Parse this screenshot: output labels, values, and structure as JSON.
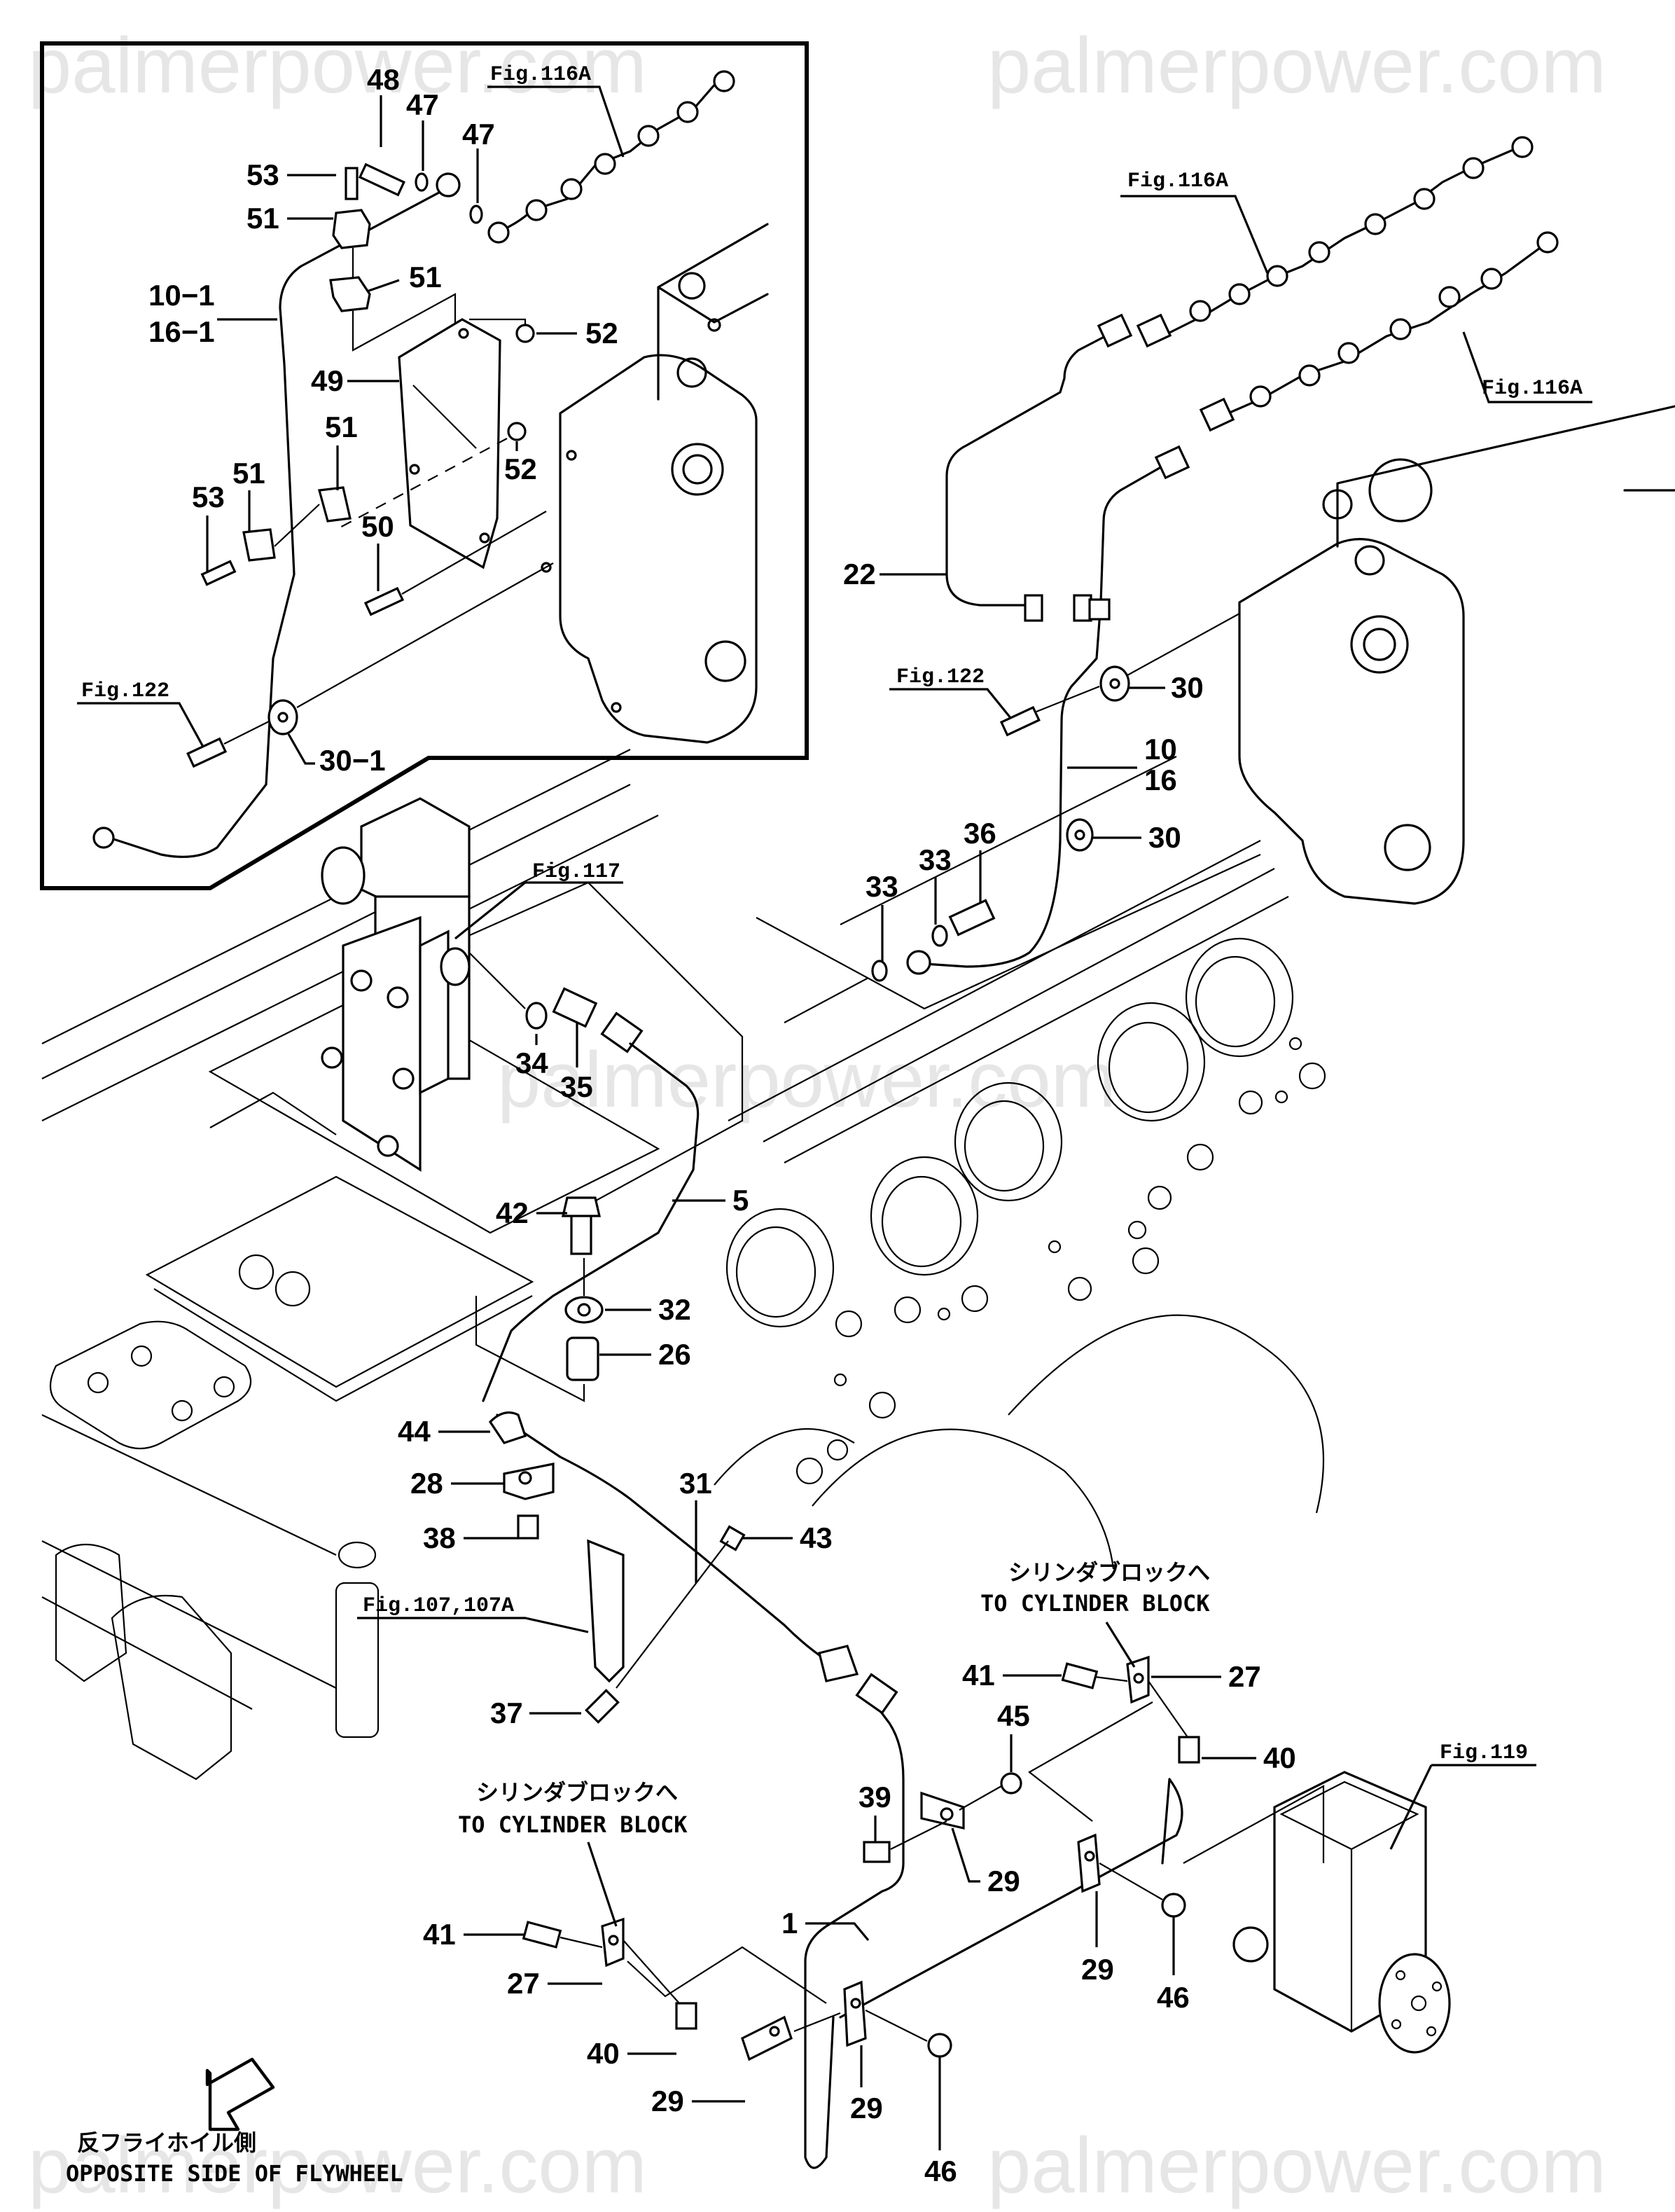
{
  "watermark": "palmerpower.com",
  "figure_refs": {
    "fig116a_inset": "Fig.116A",
    "fig116a_upper": "Fig.116A",
    "fig116a_lower": "Fig.116A",
    "fig122_inset": "Fig.122",
    "fig122_main": "Fig.122",
    "fig117": "Fig.117",
    "fig107": "Fig.107,107A",
    "fig119": "Fig.119"
  },
  "notes": {
    "cyl_block_jp": "シリンダブロックへ",
    "cyl_block_en": "TO CYLINDER BLOCK",
    "flywheel_jp": "反フライホイル側",
    "flywheel_en": "OPPOSITE SIDE OF FLYWHEEL"
  },
  "inset_labels": {
    "p48": "48",
    "p47a": "47",
    "p47b": "47",
    "p53a": "53",
    "p51a": "51",
    "p10_1": "10−1",
    "p16_1": "16−1",
    "p51b": "51",
    "p52a": "52",
    "p49": "49",
    "p52b": "52",
    "p51c": "51",
    "p53b": "53",
    "p51d": "51",
    "p50": "50",
    "p30_1": "30−1"
  },
  "main_labels": {
    "p22": "22",
    "p30a": "30",
    "p10": "10",
    "p16": "16",
    "p30b": "30",
    "p33a": "33",
    "p33b": "33",
    "p36": "36",
    "p34": "34",
    "p35": "35",
    "p5": "5",
    "p42": "42",
    "p32": "32",
    "p26": "26",
    "p44": "44",
    "p28": "28",
    "p31": "31",
    "p38": "38",
    "p43": "43",
    "p37": "37",
    "p41a": "41",
    "p27a": "27",
    "p45": "45",
    "p40a": "40",
    "p39": "39",
    "p29a": "29",
    "p41b": "41",
    "p27b": "27",
    "p1": "1",
    "p29b": "29",
    "p46a": "46",
    "p40b": "40",
    "p29c": "29",
    "p29d": "29",
    "p46b": "46"
  }
}
